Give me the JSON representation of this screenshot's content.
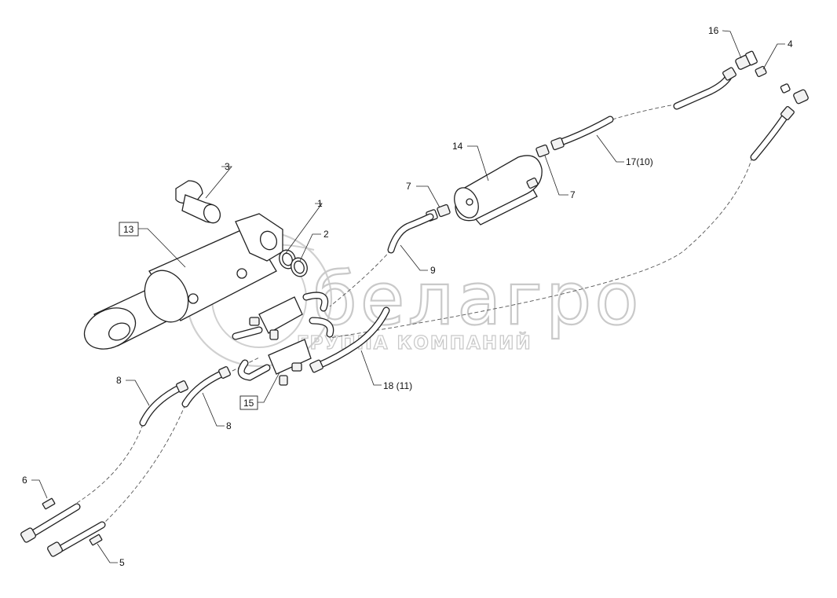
{
  "watermark": {
    "brand": "белагро",
    "subtitle": "ГРУППА КОМПАНИЙ"
  },
  "callouts": [
    {
      "id": "c16",
      "text": "16",
      "boxed": false
    },
    {
      "id": "c4",
      "text": "4",
      "boxed": false
    },
    {
      "id": "c14",
      "text": "14",
      "boxed": false
    },
    {
      "id": "c17",
      "text": "17(10)",
      "boxed": false
    },
    {
      "id": "c3",
      "text": "3",
      "boxed": false
    },
    {
      "id": "c7a",
      "text": "7",
      "boxed": false
    },
    {
      "id": "c7b",
      "text": "7",
      "boxed": false
    },
    {
      "id": "c1",
      "text": "1",
      "boxed": false
    },
    {
      "id": "c2",
      "text": "2",
      "boxed": false
    },
    {
      "id": "c13",
      "text": "13",
      "boxed": true
    },
    {
      "id": "c9",
      "text": "9",
      "boxed": false
    },
    {
      "id": "c18",
      "text": "18 (11)",
      "boxed": false
    },
    {
      "id": "c8a",
      "text": "8",
      "boxed": false
    },
    {
      "id": "c8b",
      "text": "8",
      "boxed": false
    },
    {
      "id": "c15",
      "text": "15",
      "boxed": true
    },
    {
      "id": "c6",
      "text": "6",
      "boxed": false
    },
    {
      "id": "c5",
      "text": "5",
      "boxed": false
    }
  ]
}
